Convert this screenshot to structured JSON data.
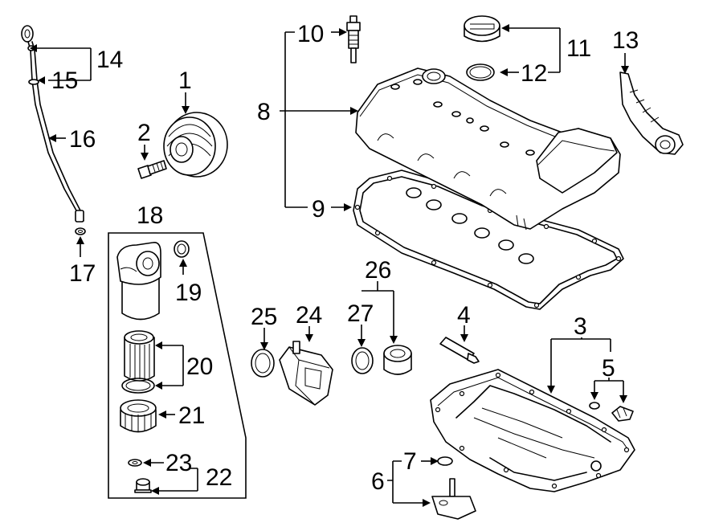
{
  "labels": {
    "p1": "1",
    "p2": "2",
    "p3": "3",
    "p4": "4",
    "p5": "5",
    "p6": "6",
    "p7": "7",
    "p8": "8",
    "p9": "9",
    "p10": "10",
    "p11": "11",
    "p12": "12",
    "p13": "13",
    "p14": "14",
    "p15": "15",
    "p16": "16",
    "p17": "17",
    "p18": "18",
    "p19": "19",
    "p20": "20",
    "p21": "21",
    "p22": "22",
    "p23": "23",
    "p24": "24",
    "p25": "25",
    "p26": "26",
    "p27": "27"
  },
  "colors": {
    "line": "#000000",
    "background": "#ffffff"
  }
}
